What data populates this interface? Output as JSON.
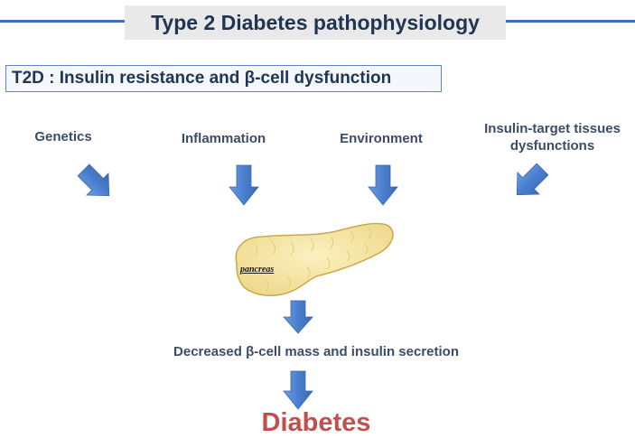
{
  "header": {
    "title": "Type 2 Diabetes pathophysiology"
  },
  "subtitle": {
    "prefix": "T2D : Insulin resistance and ",
    "beta": "β",
    "suffix": "-cell dysfunction"
  },
  "factors": {
    "genetics": "Genetics",
    "inflammation": "Inflammation",
    "environment": "Environment",
    "tissues_line1": "Insulin-target tissues",
    "tissues_line2": "dysfunctions"
  },
  "pancreas": {
    "label": "pancreas"
  },
  "outcome": {
    "prefix": "Decreased ",
    "beta": "β",
    "suffix": "-cell mass and insulin secretion"
  },
  "result": {
    "label": "Diabetes"
  },
  "colors": {
    "arrow": "#4a7fcf",
    "title_line": "#3d6fb5",
    "result": "#c0504d",
    "pancreas_fill": "#f7e9a3"
  }
}
